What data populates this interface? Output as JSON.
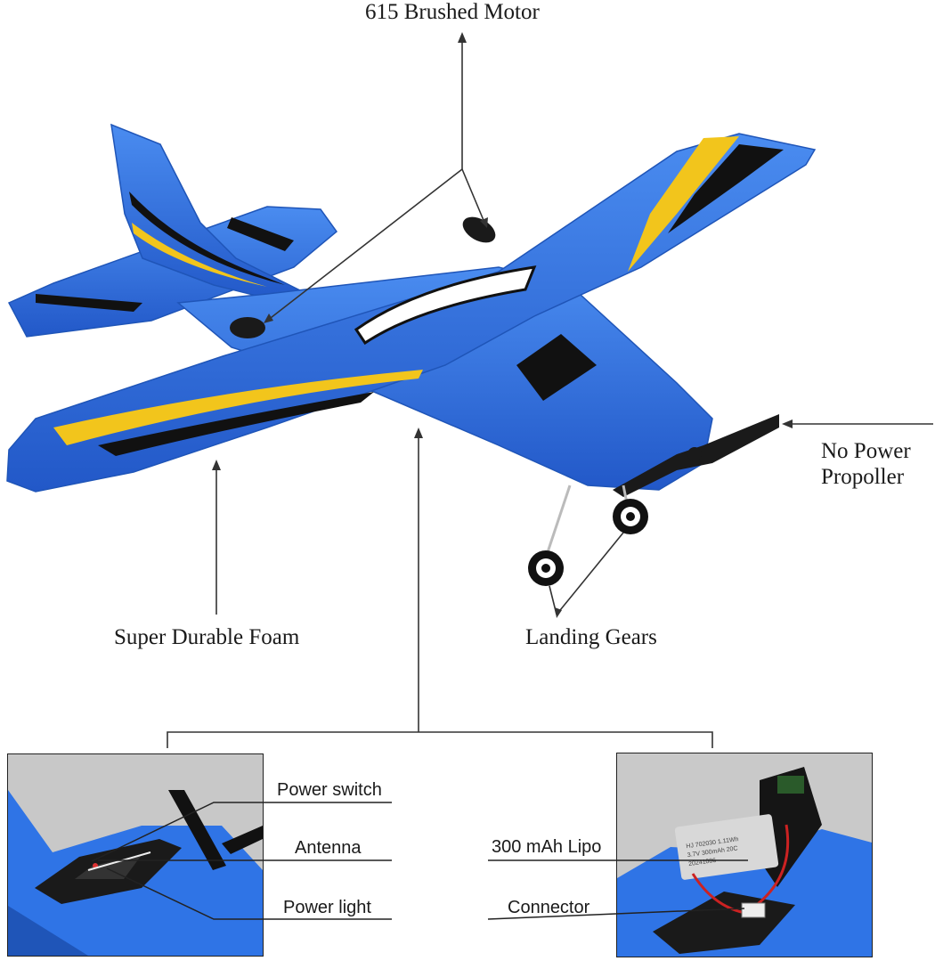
{
  "callouts": {
    "motor": "615 Brushed Motor",
    "propeller_line1": "No Power",
    "propeller_line2": "Propoller",
    "foam": "Super Durable Foam",
    "landing_gears": "Landing Gears"
  },
  "left_detail": {
    "power_switch": "Power switch",
    "antenna": "Antenna",
    "power_light": "Power light"
  },
  "right_detail": {
    "battery": "300 mAh Lipo",
    "connector": "Connector",
    "battery_print_line1": "HJ 702030 1.11Wh",
    "battery_print_line2": "3.7V 300mAh 20C",
    "battery_print_line3": "20241086"
  },
  "colors": {
    "foam_blue": "#2f74e6",
    "stripe_yellow": "#f2c51c",
    "stripe_black": "#111111",
    "line": "#333333"
  }
}
